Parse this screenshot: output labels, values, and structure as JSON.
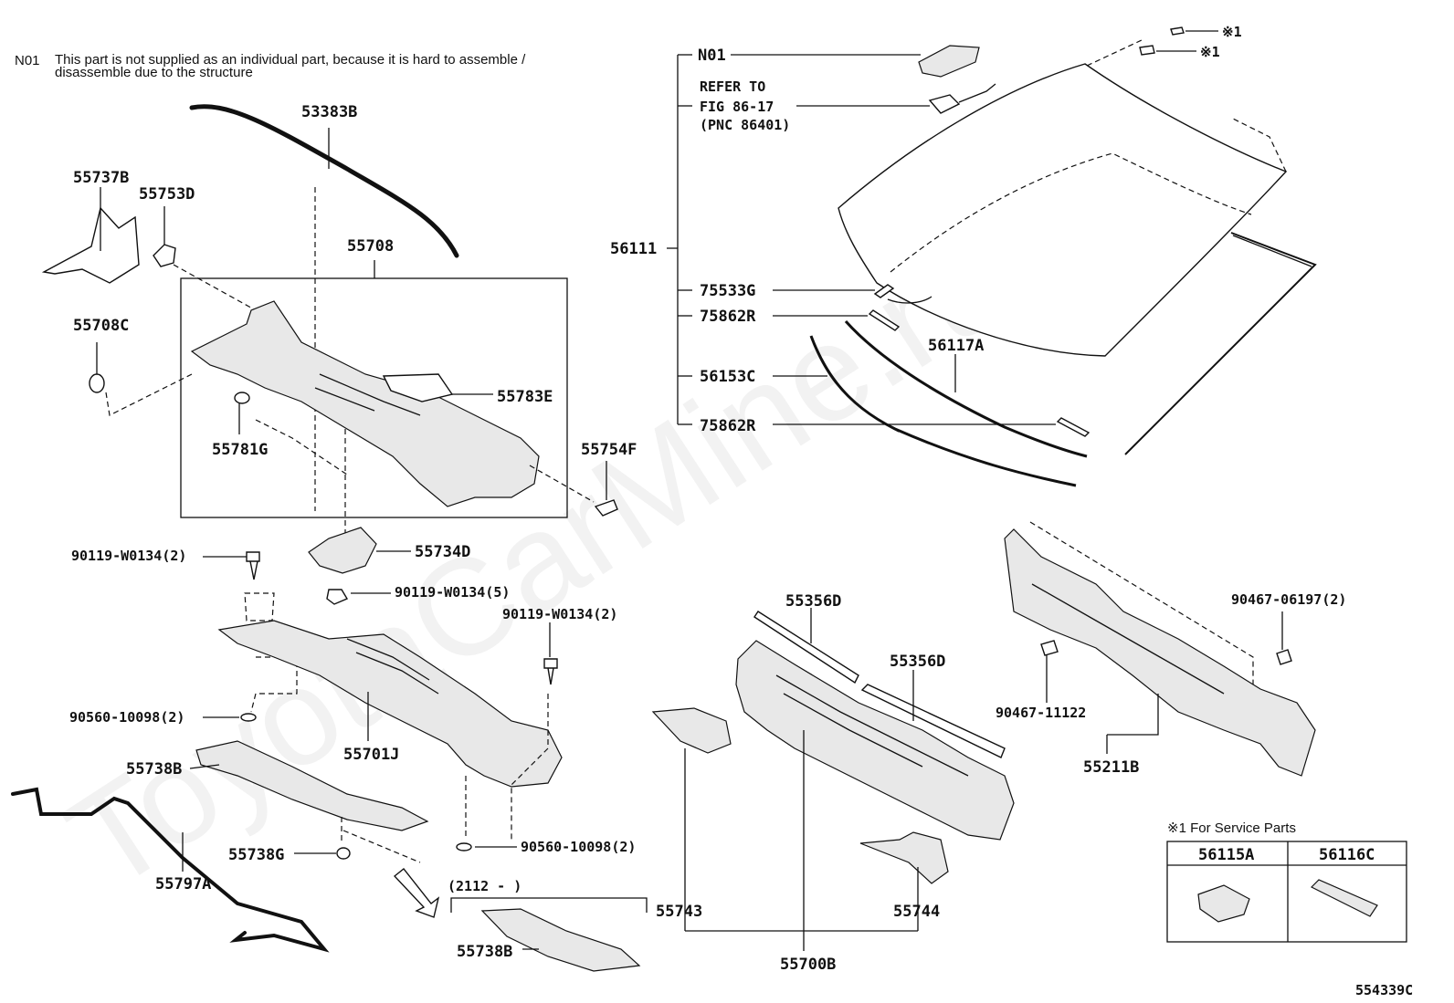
{
  "note": {
    "code": "N01",
    "line1": "This part is not supplied as an individual part, because it is hard to assemble /",
    "line2": "disassemble due to the structure"
  },
  "watermark": "ToyotaCarMine.ru",
  "reference": {
    "line1": "REFER TO",
    "line2": "FIG 86-17",
    "line3": "(PNC 86401)"
  },
  "labels": {
    "p53383B": "53383B",
    "p55737B": "55737B",
    "p55753D": "55753D",
    "p55708": "55708",
    "p55708C": "55708C",
    "p55783E": "55783E",
    "p55781G": "55781G",
    "p55754F": "55754F",
    "p55734D": "55734D",
    "b90119_2a": "90119-W0134(2)",
    "b90119_5": "90119-W0134(5)",
    "b90119_2b": "90119-W0134(2)",
    "c90560_a": "90560-10098(2)",
    "c90560_b": "90560-10098(2)",
    "p55701J": "55701J",
    "p55738B": "55738B",
    "p55738G": "55738G",
    "p55797A": "55797A",
    "p55738B2": "55738B",
    "p55743": "55743",
    "p55744": "55744",
    "p55700B": "55700B",
    "p55356D_a": "55356D",
    "p55356D_b": "55356D",
    "p55211B": "55211B",
    "c90467_06197": "90467-06197(2)",
    "c90467_11122": "90467-11122",
    "p56111": "56111",
    "n01": "N01",
    "p75533G": "75533G",
    "p75862R_a": "75862R",
    "p56153C": "56153C",
    "p75862R_b": "75862R",
    "p56117A": "56117A",
    "mark1a": "※1",
    "mark1b": "※1",
    "date_range": "(2112 -     )",
    "figure_code": "554339C"
  },
  "service_table": {
    "title": "※1 For Service Parts",
    "columns": [
      "56115A",
      "56116C"
    ]
  }
}
